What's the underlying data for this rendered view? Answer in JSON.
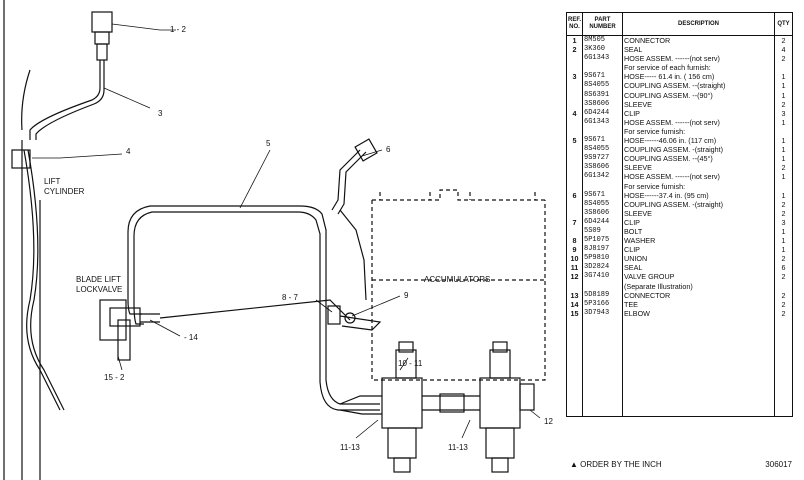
{
  "diagram": {
    "callouts": {
      "c1": "1 - 2",
      "c3": "3",
      "c4": "4",
      "c5": "5",
      "c6": "6",
      "c87": "8 - 7",
      "c9": "9",
      "c14": "- 14",
      "c1011": "10 - 11",
      "c12": "12",
      "c152": "15 - 2",
      "c1113a": "11-13",
      "c1113b": "11-13"
    },
    "labels": {
      "lift": "LIFT",
      "cylinder": "CYLINDER",
      "blade": "BLADE LIFT",
      "lockvalve": "LOCKVALVE",
      "accumulators": "ACCUMULATORS"
    }
  },
  "parts_table": {
    "headers": {
      "ref": "REF. NO.",
      "part": "PART NUMBER",
      "desc": "DESCRIPTION",
      "qty": "QTY"
    },
    "rows": [
      {
        "ref": "1",
        "part": "8M505",
        "desc": "CONNECTOR",
        "qty": "2"
      },
      {
        "ref": "2",
        "part": "3K360",
        "desc": "SEAL",
        "qty": "4"
      },
      {
        "ref": "",
        "part": "6G1343",
        "desc": "HOSE ASSEM. ------(not serv)",
        "qty": "2"
      },
      {
        "ref": "",
        "part": "",
        "desc": "     For service of each furnish:",
        "qty": ""
      },
      {
        "ref": "3",
        "part": "9S671",
        "desc": "     HOSE----- 61.4 in. ( 156 cm)",
        "qty": "1"
      },
      {
        "ref": "",
        "part": "8S4055",
        "desc": "     COUPLING ASSEM. --(straight)",
        "qty": "1"
      },
      {
        "ref": "",
        "part": "8S6391",
        "desc": "     COUPLING ASSEM. --(90°)",
        "qty": "1"
      },
      {
        "ref": "",
        "part": "3S8606",
        "desc": "     SLEEVE",
        "qty": "2"
      },
      {
        "ref": "4",
        "part": "6D4244",
        "desc": "CLIP",
        "qty": "3"
      },
      {
        "ref": "",
        "part": "6G1343",
        "desc": "HOSE ASSEM. ------(not serv)",
        "qty": "1"
      },
      {
        "ref": "",
        "part": "",
        "desc": "     For service furnish:",
        "qty": ""
      },
      {
        "ref": "5",
        "part": "9S671",
        "desc": "     HOSE------46.06 in. (117 cm)",
        "qty": "1"
      },
      {
        "ref": "",
        "part": "8S4055",
        "desc": "     COUPLING ASSEM. -(straight)",
        "qty": "1"
      },
      {
        "ref": "",
        "part": "9S9727",
        "desc": "     COUPLING ASSEM. --(45°)",
        "qty": "1"
      },
      {
        "ref": "",
        "part": "3S8606",
        "desc": "     SLEEVE",
        "qty": "2"
      },
      {
        "ref": "",
        "part": "6G1342",
        "desc": "HOSE ASSEM. ------(not serv)",
        "qty": "1"
      },
      {
        "ref": "",
        "part": "",
        "desc": "     For service furnish:",
        "qty": ""
      },
      {
        "ref": "6",
        "part": "9S671",
        "desc": "     HOSE------37.4 in. (95 cm)",
        "qty": "1"
      },
      {
        "ref": "",
        "part": "8S4055",
        "desc": "     COUPLING ASSEM. -(straight)",
        "qty": "2"
      },
      {
        "ref": "",
        "part": "3S8606",
        "desc": "     SLEEVE",
        "qty": "2"
      },
      {
        "ref": "7",
        "part": "6D4244",
        "desc": "CLIP",
        "qty": "3"
      },
      {
        "ref": "",
        "part": "5S09",
        "desc": "BOLT",
        "qty": "1"
      },
      {
        "ref": "8",
        "part": "5P1075",
        "desc": "WASHER",
        "qty": "1"
      },
      {
        "ref": "9",
        "part": "8J8197",
        "desc": "CLIP",
        "qty": "1"
      },
      {
        "ref": "10",
        "part": "5P9810",
        "desc": "UNION",
        "qty": "2"
      },
      {
        "ref": "11",
        "part": "3D2824",
        "desc": "SEAL",
        "qty": "6"
      },
      {
        "ref": "12",
        "part": "3G7410",
        "desc": "VALVE GROUP",
        "qty": "2"
      },
      {
        "ref": "",
        "part": "",
        "desc": "     (Separate Illustration)",
        "qty": ""
      },
      {
        "ref": "13",
        "part": "5D8189",
        "desc": "CONNECTOR",
        "qty": "2"
      },
      {
        "ref": "14",
        "part": "5P3166",
        "desc": "TEE",
        "qty": "2"
      },
      {
        "ref": "15",
        "part": "3D7943",
        "desc": "ELBOW",
        "qty": "2"
      }
    ]
  },
  "footer": {
    "note": "▲ ORDER BY THE INCH",
    "number": "306017"
  }
}
